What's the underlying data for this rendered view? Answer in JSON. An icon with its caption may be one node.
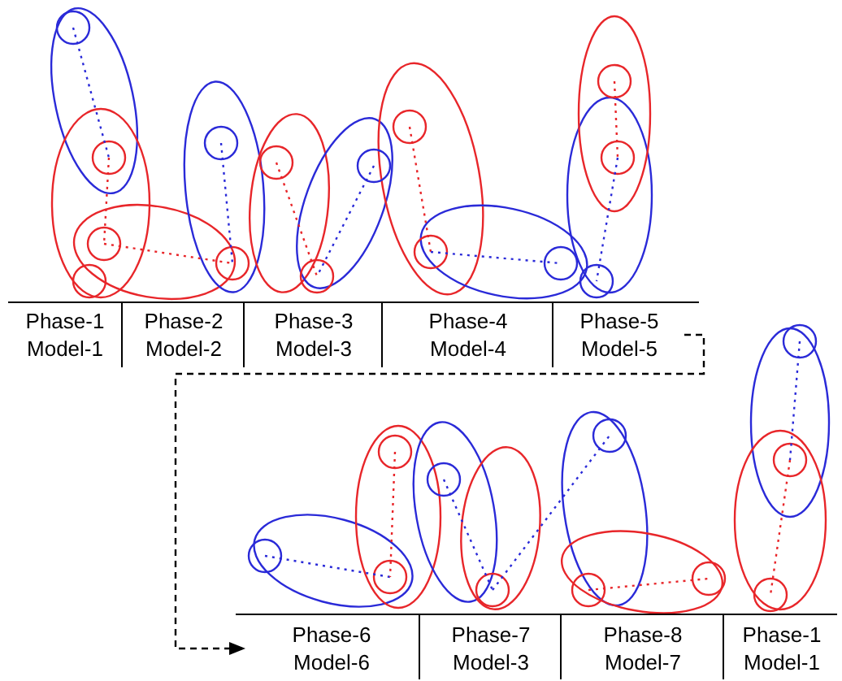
{
  "diagram": {
    "nodes": [
      {
        "text": [
          "Phase-1 Model-1"
        ]
      },
      {
        "text": [
          "Phase-2 Model-2"
        ]
      },
      {
        "text": [
          "Phase-3 Model-3"
        ]
      },
      {
        "text": [
          "Phase-4 Model-4"
        ]
      },
      {
        "text": [
          "Phase-5 Model-5"
        ]
      },
      {
        "text": [
          "Phase-6 Model-6"
        ]
      },
      {
        "text": [
          "Phase-7 Model-3"
        ]
      },
      {
        "text": [
          "Phase-8 Model-7"
        ]
      },
      {
        "text": [
          "Phase-1 Model-1"
        ]
      }
    ],
    "edges": [
      {
        "from": 4,
        "to": 5,
        "arrow": "to",
        "style": "dashed"
      }
    ]
  }
}
